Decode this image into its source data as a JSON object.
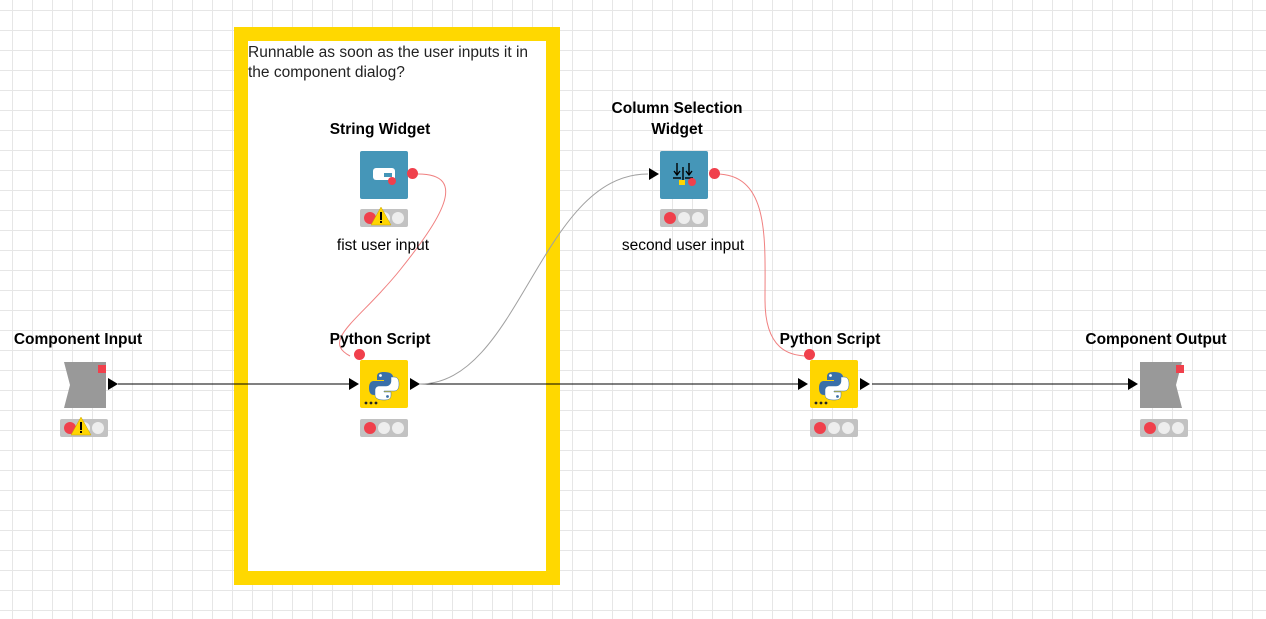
{
  "annotation": {
    "text": "Runnable as soon as the user inputs it in the component dialog?"
  },
  "nodes": {
    "component_input": {
      "title": "Component Input"
    },
    "string_widget": {
      "title": "String Widget",
      "label": "fist user input"
    },
    "python_script_1": {
      "title": "Python Script"
    },
    "column_selection": {
      "title": "Column Selection\nWidget",
      "label": "second user input"
    },
    "python_script_2": {
      "title": "Python Script"
    },
    "component_output": {
      "title": "Component Output"
    }
  },
  "colors": {
    "annotation_border": "#ffd800",
    "widget_node": "#4596b8",
    "python_node": "#ffd500",
    "flow_variable_port": "#f0404c",
    "data_connection": "#000000",
    "flow_connection": "#f08080"
  },
  "icons": {
    "component_input": "component-input-icon",
    "string_widget": "string-widget-icon",
    "python_script": "python-logo-icon",
    "column_selection": "column-selection-icon",
    "component_output": "component-output-icon",
    "warning": "warning-icon"
  }
}
